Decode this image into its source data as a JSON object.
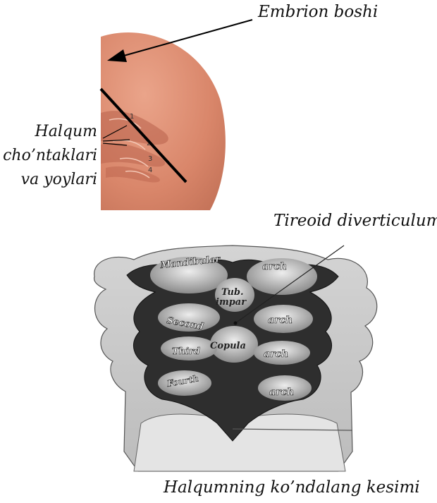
{
  "labels": {
    "embryo_head": "Embrion boshi",
    "pharyngeal_pouches": [
      "Halqum",
      "cho’ntaklari",
      "va yoylari"
    ],
    "thyroid_diverticulum": "Tireoid diverticulum",
    "pharynx_section": "Halqumning ko’ndalang kesimi"
  },
  "embryo": {
    "arch_numbers": [
      "1",
      "2",
      "3",
      "4"
    ],
    "skin_color": "#d9866a",
    "shade_color": "#b8604a"
  },
  "section_drawing": {
    "arch_labels": {
      "mandibular": "Mandibular",
      "arch_1": "arch",
      "tub": "Tub.",
      "impar": "impar",
      "second": "Second",
      "arch_2": "arch",
      "third": "Third",
      "copula": "Copula",
      "arch_3": "arch",
      "fourth": "Fourth",
      "arch_4": "arch"
    },
    "dark_color": "#2e2e2e",
    "light_color": "#d8d8d8"
  }
}
